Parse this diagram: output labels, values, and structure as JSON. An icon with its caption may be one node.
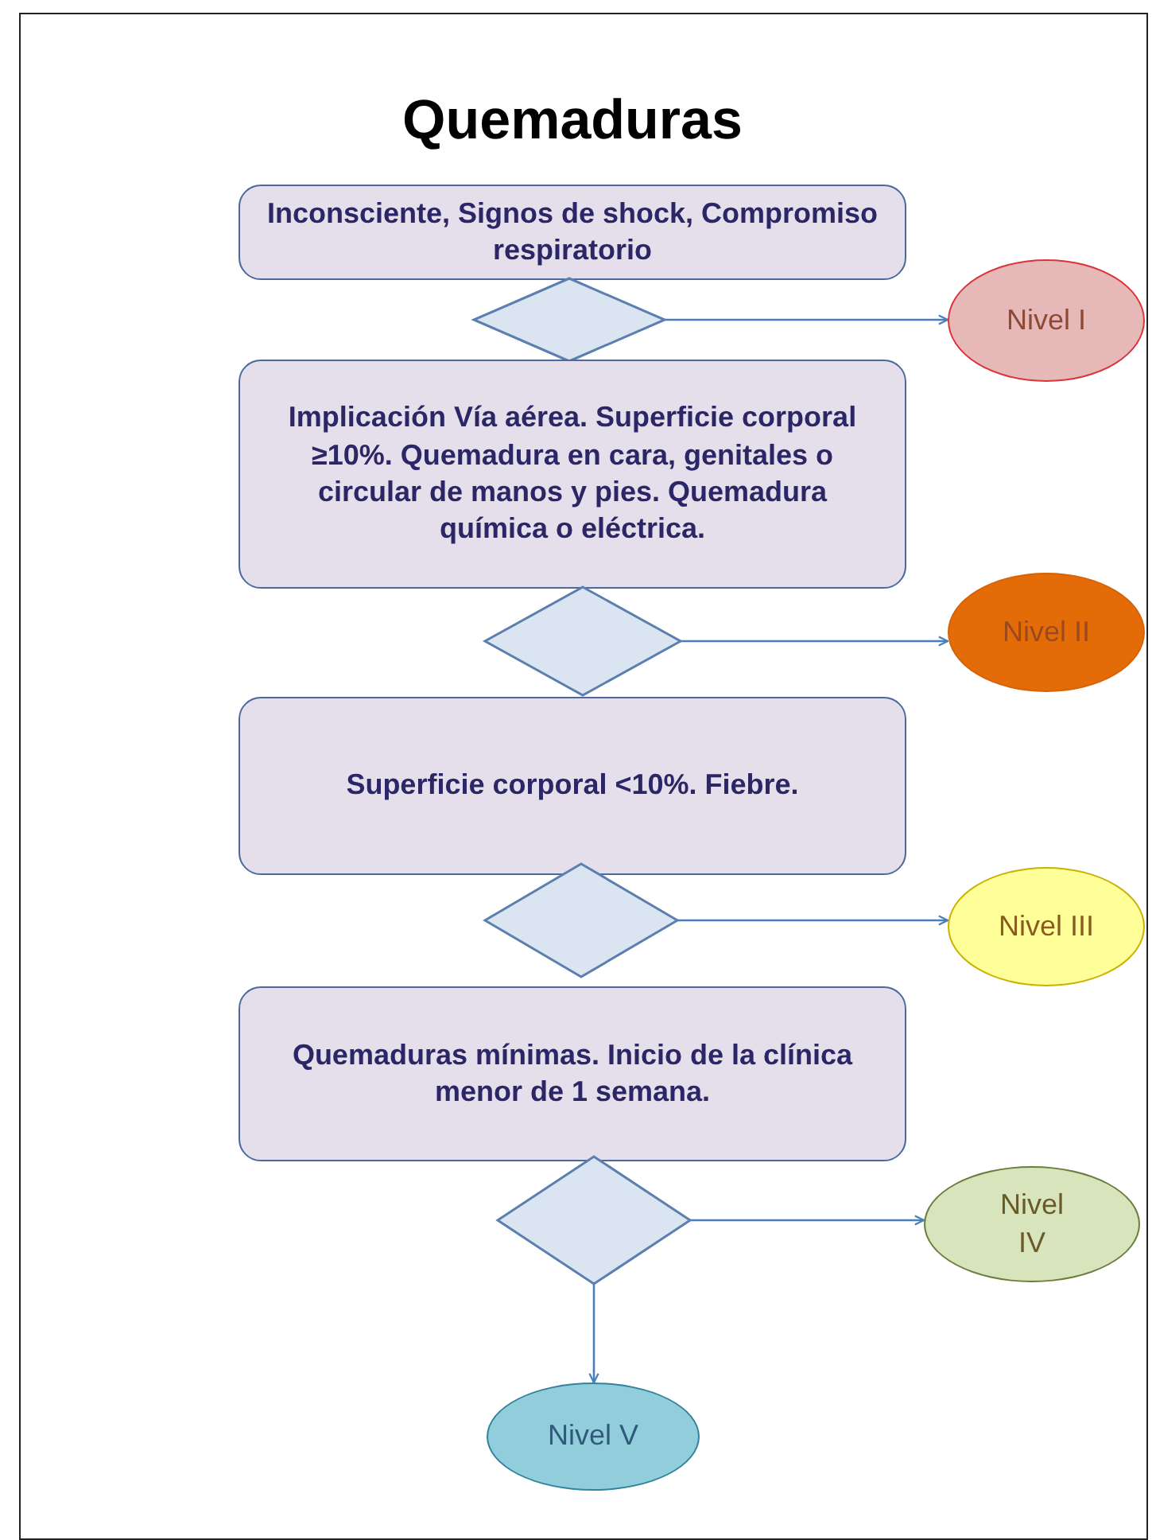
{
  "diagram": {
    "title": "Quemaduras",
    "nodes": [
      {
        "text": [
          "Inconsciente, Signos de shock, Compromiso respiratorio"
        ]
      },
      {
        "text": [],
        "shape": "diamond"
      },
      {
        "text": [
          "Nivel I"
        ]
      },
      {
        "text": [
          "Implicación Vía aérea. Superficie corporal ≥10%. Quemadura en cara, genitales o circular de manos y pies. Quemadura química o eléctrica."
        ]
      },
      {
        "text": [],
        "shape": "diamond"
      },
      {
        "text": [
          "Nivel II"
        ]
      },
      {
        "text": [
          "Superficie corporal <10%. Fiebre."
        ]
      },
      {
        "text": [],
        "shape": "diamond"
      },
      {
        "text": [
          "Nivel III"
        ]
      },
      {
        "text": [
          "Quemaduras mínimas. Inicio de la clínica menor de 1 semana."
        ]
      },
      {
        "text": [],
        "shape": "diamond"
      },
      {
        "text": [
          "Nivel IV"
        ]
      },
      {
        "text": [
          "Nivel V"
        ]
      }
    ],
    "edges": [
      {
        "from": 1,
        "to": 2,
        "arrow": "to"
      },
      {
        "from": 4,
        "to": 5,
        "arrow": "to"
      },
      {
        "from": 7,
        "to": 8,
        "arrow": "to"
      },
      {
        "from": 10,
        "to": 11,
        "arrow": "to"
      },
      {
        "from": 10,
        "to": 12,
        "arrow": "to"
      }
    ]
  }
}
